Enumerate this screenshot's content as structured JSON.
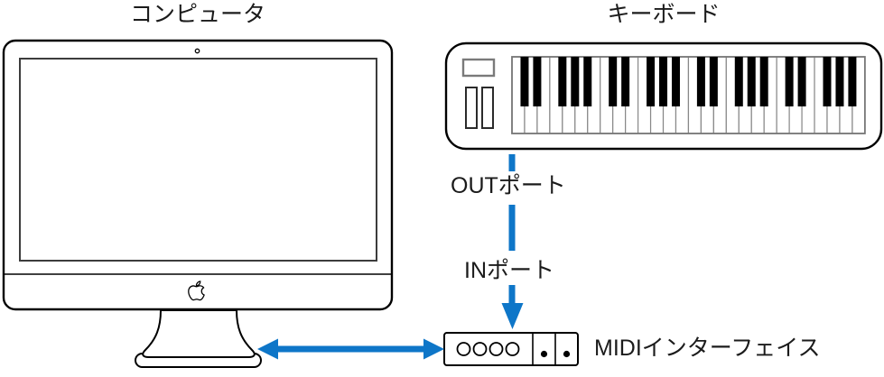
{
  "diagram": {
    "computer": {
      "label": "コンピュータ"
    },
    "keyboard": {
      "label": "キーボード"
    },
    "midi_interface": {
      "label": "MIDIインターフェイス"
    },
    "connection_labels": {
      "out_port": "OUTポート",
      "in_port": "INポート"
    },
    "colors": {
      "connection_arrow": "#0e76c8",
      "outline": "#000000"
    },
    "icons": {
      "apple_logo": "apple-logo-icon",
      "camera": "camera-dot-icon",
      "computer_to_interface": "left-right-arrow-icon",
      "keyboard_to_interface": "down-arrow-icon"
    }
  }
}
